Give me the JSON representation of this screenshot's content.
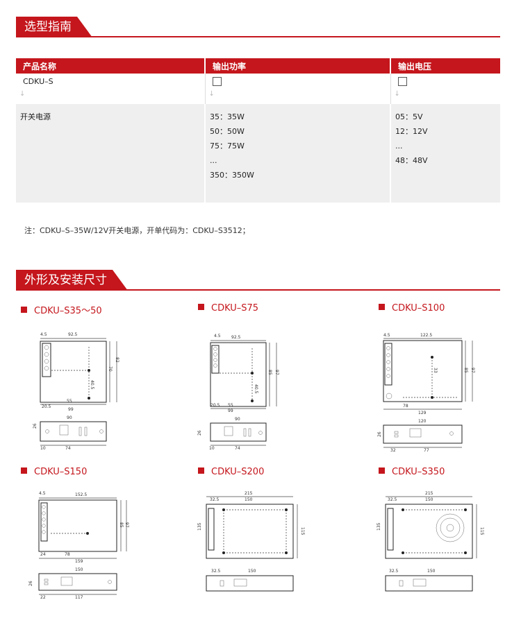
{
  "section1": {
    "title": "选型指南"
  },
  "table": {
    "headers": [
      "产品名称",
      "输出功率",
      "输出电压"
    ],
    "row1": [
      "CDKU–S",
      "",
      ""
    ],
    "col1_values": [
      "开关电源"
    ],
    "col2_values": [
      "35：35W",
      "50：50W",
      "75：75W",
      "...",
      "350：350W"
    ],
    "col3_values": [
      "05：5V",
      "12：12V",
      "...",
      "48：48V"
    ]
  },
  "note": "注：CDKU–S–35W/12V开关电源，开单代码为：CDKU–S3512；",
  "section2": {
    "title": "外形及安装尺寸"
  },
  "models": [
    {
      "name": "CDKU–S35～50",
      "top_w": "92.5",
      "left_off": "4.5",
      "h1": "70",
      "h2": "82",
      "mid": "40.5",
      "b1": "20.5",
      "b2": "55",
      "b3": "99",
      "side_w": "90",
      "side_h": "26",
      "side_b": "74",
      "side_a": "10"
    },
    {
      "name": "CDKU–S75",
      "top_w": "92.5",
      "left_off": "4.5",
      "h1": "85",
      "h2": "97",
      "mid": "40.5",
      "b1": "20.5",
      "b2": "55",
      "b3": "99",
      "side_w": "90",
      "side_h": "26",
      "side_b": "74",
      "side_a": "10"
    },
    {
      "name": "CDKU–S100",
      "top_w": "122.5",
      "left_off": "4.5",
      "h1": "85",
      "h2": "97",
      "mid": "33",
      "b1": "78",
      "b2": "",
      "b3": "129",
      "side_w": "120",
      "side_h": "26",
      "side_b": "77",
      "side_a": "32"
    },
    {
      "name": "CDKU–S150",
      "top_w": "152.5",
      "left_off": "4.5",
      "h1": "85",
      "h2": "97",
      "mid": "",
      "b1": "24",
      "b2": "78",
      "b3": "159",
      "side_w": "150",
      "side_h": "26",
      "side_b": "117",
      "side_a": "22"
    },
    {
      "name": "CDKU–S200",
      "top_w": "215",
      "left_off": "32.5",
      "h1": "115",
      "h2": "135",
      "mid": "150",
      "b1": "",
      "b2": "",
      "b3": "",
      "side_w": "150",
      "side_h": "",
      "side_b": "",
      "side_a": "32.5"
    },
    {
      "name": "CDKU–S350",
      "top_w": "215",
      "left_off": "32.5",
      "h1": "115",
      "h2": "135",
      "mid": "150",
      "b1": "",
      "b2": "",
      "b3": "",
      "side_w": "150",
      "side_h": "",
      "side_b": "",
      "side_a": "32.5"
    }
  ],
  "colors": {
    "accent": "#c4161c",
    "band": "#efefef"
  }
}
